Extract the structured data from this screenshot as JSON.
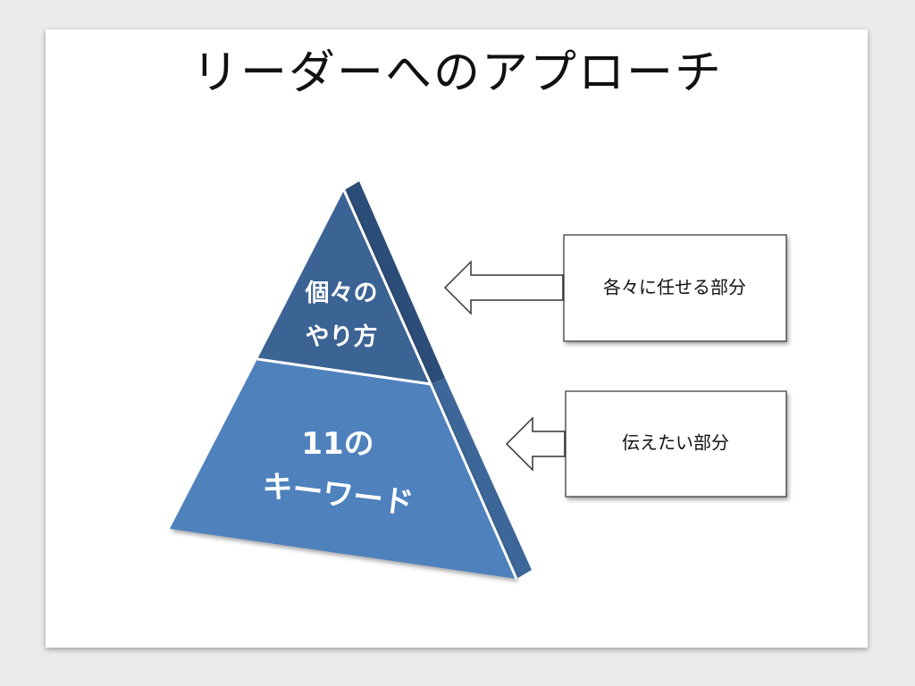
{
  "slide": {
    "title": "リーダーへのアプローチ"
  },
  "pyramid": {
    "top_tier": {
      "lines": [
        "個々の",
        "やり方"
      ],
      "color": "#3a6394"
    },
    "bottom_tier": {
      "lines": [
        "11の",
        "キーワード"
      ],
      "color": "#4f81bd"
    },
    "side_top_color": "#2c4d77",
    "side_bottom_color": "#3d6798"
  },
  "callouts": [
    {
      "label": "各々に任せる部分"
    },
    {
      "label": "伝えたい部分"
    }
  ]
}
